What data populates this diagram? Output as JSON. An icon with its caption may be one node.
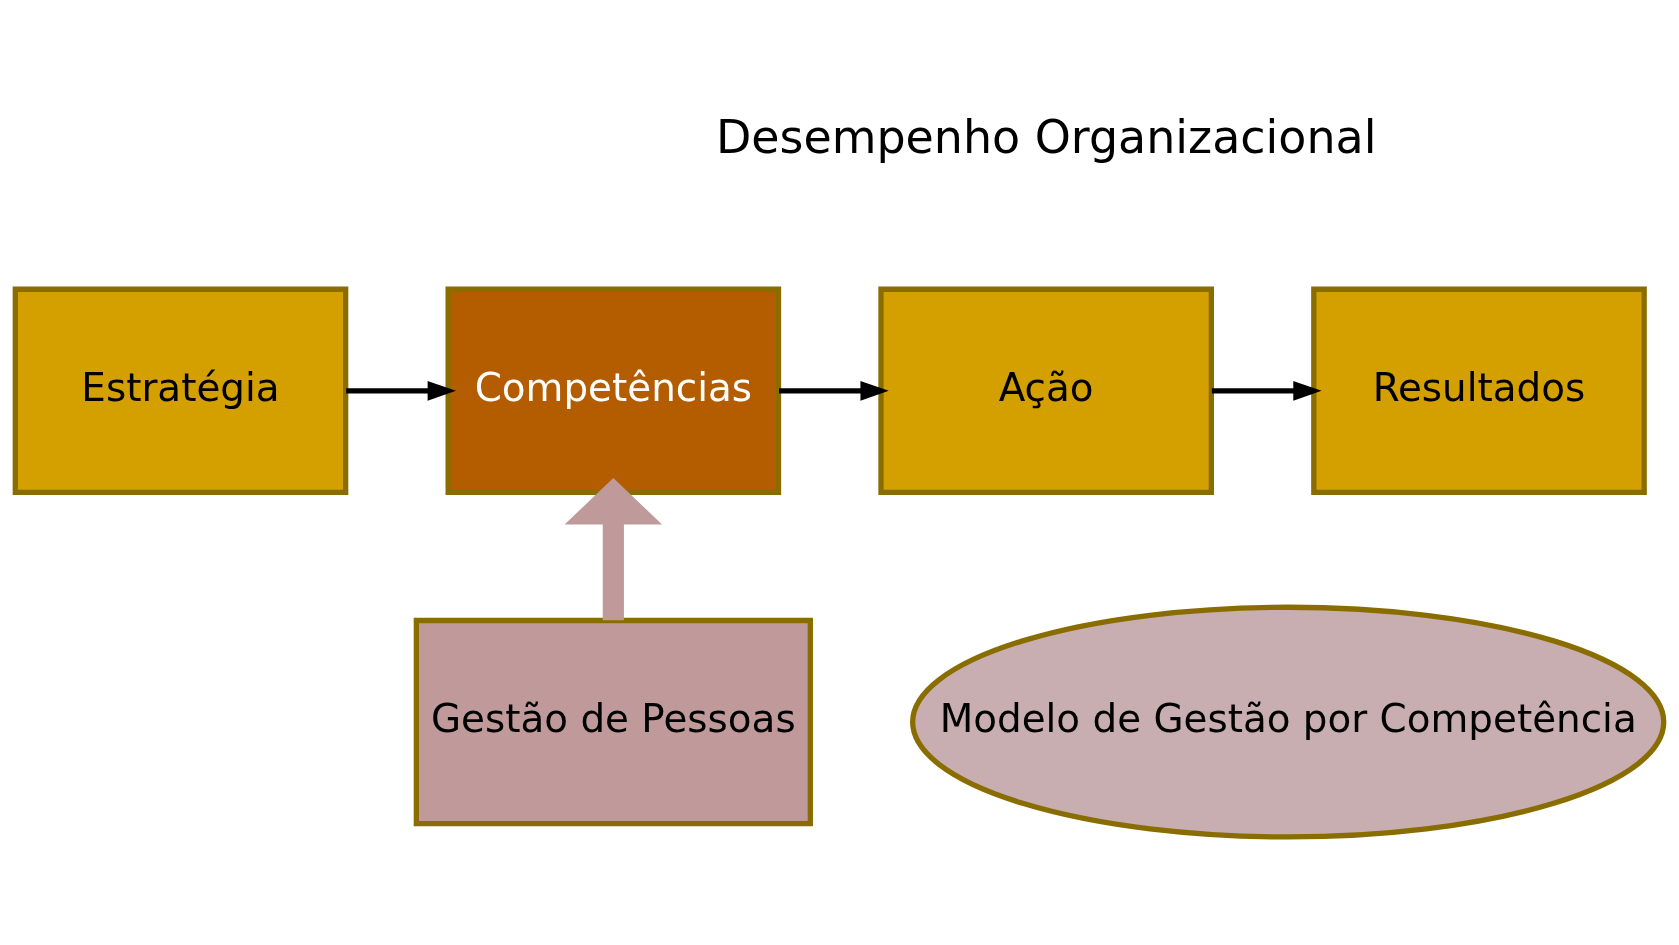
{
  "diagram": {
    "nodes": [
      {
        "text": [
          "Estratégia"
        ]
      },
      {
        "text": [
          "Competências"
        ]
      },
      {
        "text": [
          "Ação"
        ]
      },
      {
        "text": [
          "Resultados"
        ]
      },
      {
        "text": [
          "Gestão de Pessoas"
        ]
      },
      {
        "text": [
          "Modelo de Gestão por Competência"
        ]
      }
    ],
    "edges": [
      {
        "from": 0,
        "to": 1,
        "arrow": "to"
      },
      {
        "from": 1,
        "to": 2,
        "arrow": "to"
      },
      {
        "from": 2,
        "to": 3,
        "arrow": "to"
      },
      {
        "from": 4,
        "to": 1,
        "arrow": "to",
        "style": "thick",
        "color": "#c09a9a"
      }
    ],
    "labels": [
      "Desempenho Organizacional"
    ]
  }
}
